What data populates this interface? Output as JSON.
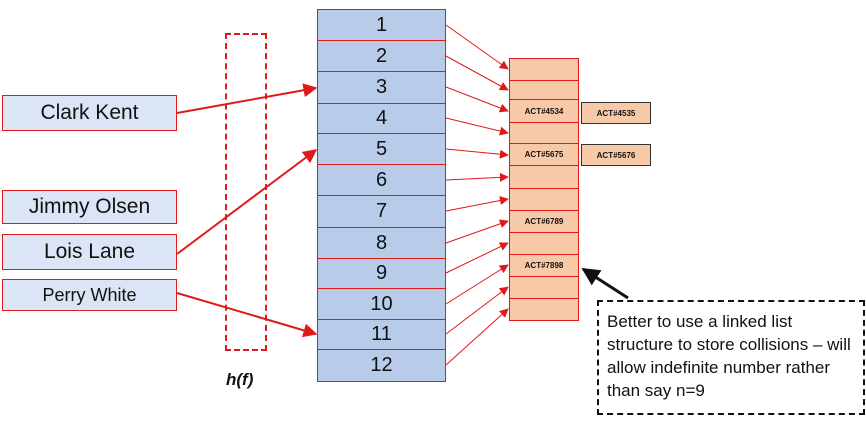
{
  "names": [
    "Clark Kent",
    "Jimmy Olsen",
    "Lois Lane",
    "Perry White"
  ],
  "hash_label": "h(f)",
  "slots": [
    "1",
    "2",
    "3",
    "4",
    "5",
    "6",
    "7",
    "8",
    "9",
    "10",
    "11",
    "12"
  ],
  "buckets": [
    "",
    "",
    "ACT#4534",
    "",
    "ACT#5675",
    "",
    "",
    "ACT#6789",
    "",
    "ACT#7898",
    "",
    ""
  ],
  "overflow": [
    "ACT#4535",
    "ACT#5676"
  ],
  "note": "Better to use a linked list structure to store collisions – will allow indefinite number rather than say n=9",
  "colors": {
    "red": "#e01919",
    "slot_fill": "#b8cbe8",
    "name_fill": "#dbe5f5",
    "bucket_fill": "#f8c9a9"
  }
}
